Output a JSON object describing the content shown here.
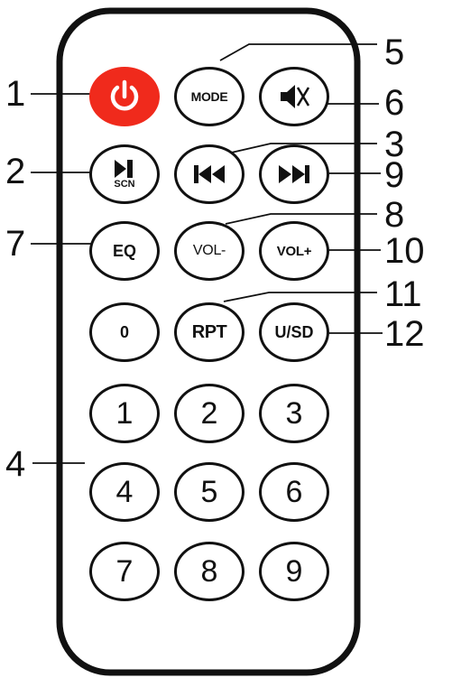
{
  "remote": {
    "buttons": {
      "power": {
        "icon": "power-icon",
        "color": "#f02a1c"
      },
      "mode": {
        "label": "MODE"
      },
      "mute": {
        "icon": "mute-icon"
      },
      "play_pause": {
        "icon": "play-pause-icon",
        "label": "SCN"
      },
      "prev": {
        "icon": "previous-track-icon"
      },
      "next": {
        "icon": "next-track-icon"
      },
      "eq": {
        "label": "EQ"
      },
      "vol_down": {
        "label": "VOL-"
      },
      "vol_up": {
        "label": "VOL+"
      },
      "zero": {
        "label": "0"
      },
      "rpt": {
        "label": "RPT"
      },
      "usd": {
        "label": "U/SD"
      },
      "digits": [
        "1",
        "2",
        "3",
        "4",
        "5",
        "6",
        "7",
        "8",
        "9"
      ]
    }
  },
  "callouts": {
    "c1": "1",
    "c2": "2",
    "c3": "3",
    "c4": "4",
    "c5": "5",
    "c6": "6",
    "c7": "7",
    "c8": "8",
    "c9": "9",
    "c10": "10",
    "c11": "11",
    "c12": "12"
  }
}
